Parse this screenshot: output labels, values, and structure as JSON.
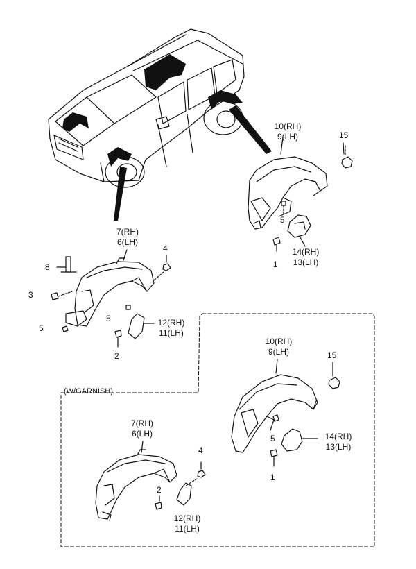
{
  "callouts_top": {
    "c10": "10(RH)",
    "c9": "9(LH)",
    "c15": "15",
    "c5": "5",
    "c14": "14(RH)",
    "c13": "13(LH)",
    "c1": "1",
    "c7": "7(RH)",
    "c6": "6(LH)",
    "c4": "4",
    "c8": "8",
    "c3": "3",
    "c5b": "5",
    "c5c": "5",
    "c12": "12(RH)",
    "c11": "11(LH)",
    "c2": "2"
  },
  "variant_box": {
    "label": "(W/GARNISH)",
    "c10": "10(RH)",
    "c9": "9(LH)",
    "c15": "15",
    "c5": "5",
    "c14": "14(RH)",
    "c13": "13(LH)",
    "c1": "1",
    "c7": "7(RH)",
    "c6": "6(LH)",
    "c4": "4",
    "c2": "2",
    "c12": "12(RH)",
    "c11": "11(LH)"
  }
}
